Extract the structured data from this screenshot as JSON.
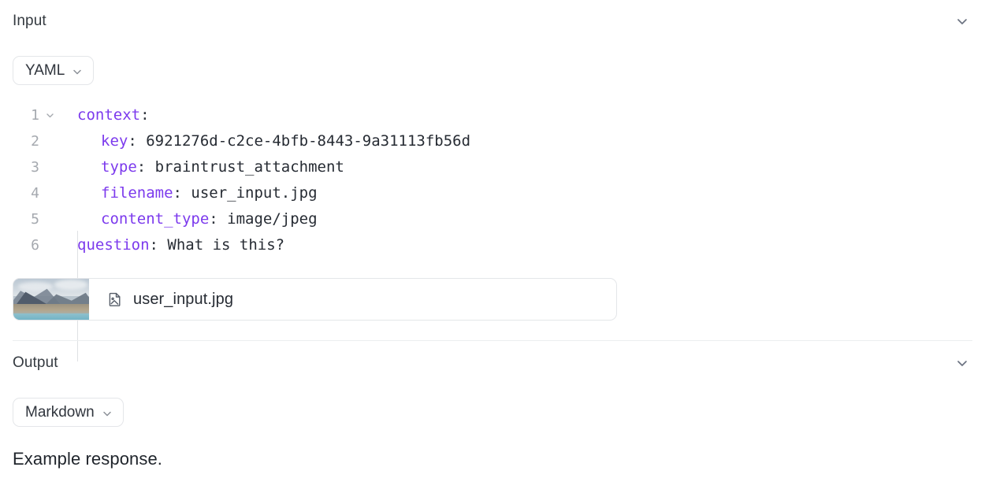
{
  "input": {
    "title": "Input",
    "collapse_icon": "chevron-down-icon",
    "format": {
      "label": "YAML",
      "caret_icon": "chevron-down-icon"
    },
    "code": {
      "language": "yaml",
      "lines": [
        {
          "num": "1",
          "foldable": true,
          "indent": 0,
          "key": "context",
          "sep": ":",
          "value": ""
        },
        {
          "num": "2",
          "foldable": false,
          "indent": 1,
          "key": "key",
          "sep": ":",
          "value": " 6921276d-c2ce-4bfb-8443-9a31113fb56d"
        },
        {
          "num": "3",
          "foldable": false,
          "indent": 1,
          "key": "type",
          "sep": ":",
          "value": " braintrust_attachment"
        },
        {
          "num": "4",
          "foldable": false,
          "indent": 1,
          "key": "filename",
          "sep": ":",
          "value": " user_input.jpg"
        },
        {
          "num": "5",
          "foldable": false,
          "indent": 1,
          "key": "content_type",
          "sep": ":",
          "value": " image/jpeg"
        },
        {
          "num": "6",
          "foldable": false,
          "indent": 0,
          "key": "question",
          "sep": ":",
          "value": " What is this?"
        }
      ]
    },
    "attachment": {
      "file_icon": "file-image-icon",
      "filename": "user_input.jpg",
      "thumbnail_alt": "mountain-lake-photo"
    }
  },
  "output": {
    "title": "Output",
    "collapse_icon": "chevron-down-icon",
    "format": {
      "label": "Markdown",
      "caret_icon": "chevron-down-icon"
    },
    "body": "Example response."
  },
  "colors": {
    "key_purple": "#7c3aed",
    "value_text": "#262b33",
    "gutter_gray": "#a5a9af",
    "border": "#e4e6e9",
    "divider": "#eceef0"
  }
}
